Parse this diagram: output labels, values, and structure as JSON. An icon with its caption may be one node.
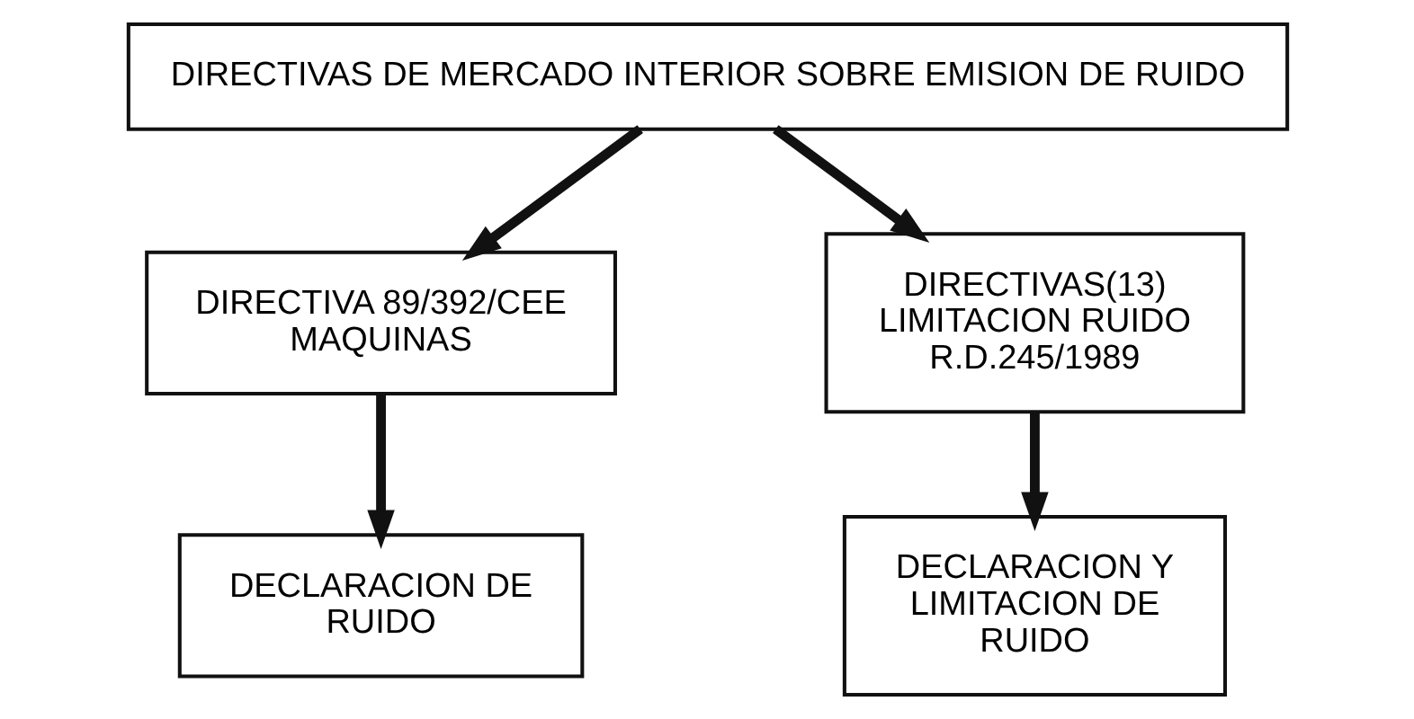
{
  "diagram": {
    "nodes": [
      {
        "text": [
          "DIRECTIVAS DE MERCADO INTERIOR SOBRE EMISION DE RUIDO"
        ]
      },
      {
        "text": [
          "DIRECTIVA 89/392/CEE",
          "MAQUINAS"
        ]
      },
      {
        "text": [
          "DIRECTIVAS(13)",
          "LIMITACION RUIDO",
          "R.D.245/1989"
        ]
      },
      {
        "text": [
          "DECLARACION DE RUIDO"
        ]
      },
      {
        "text": [
          "DECLARACION Y LIMITACION DE RUIDO"
        ]
      }
    ],
    "edges": [
      {
        "from": 0,
        "to": 1,
        "arrow": "to"
      },
      {
        "from": 0,
        "to": 2,
        "arrow": "to"
      },
      {
        "from": 1,
        "to": 3,
        "arrow": "to"
      },
      {
        "from": 2,
        "to": 4,
        "arrow": "to"
      }
    ]
  }
}
